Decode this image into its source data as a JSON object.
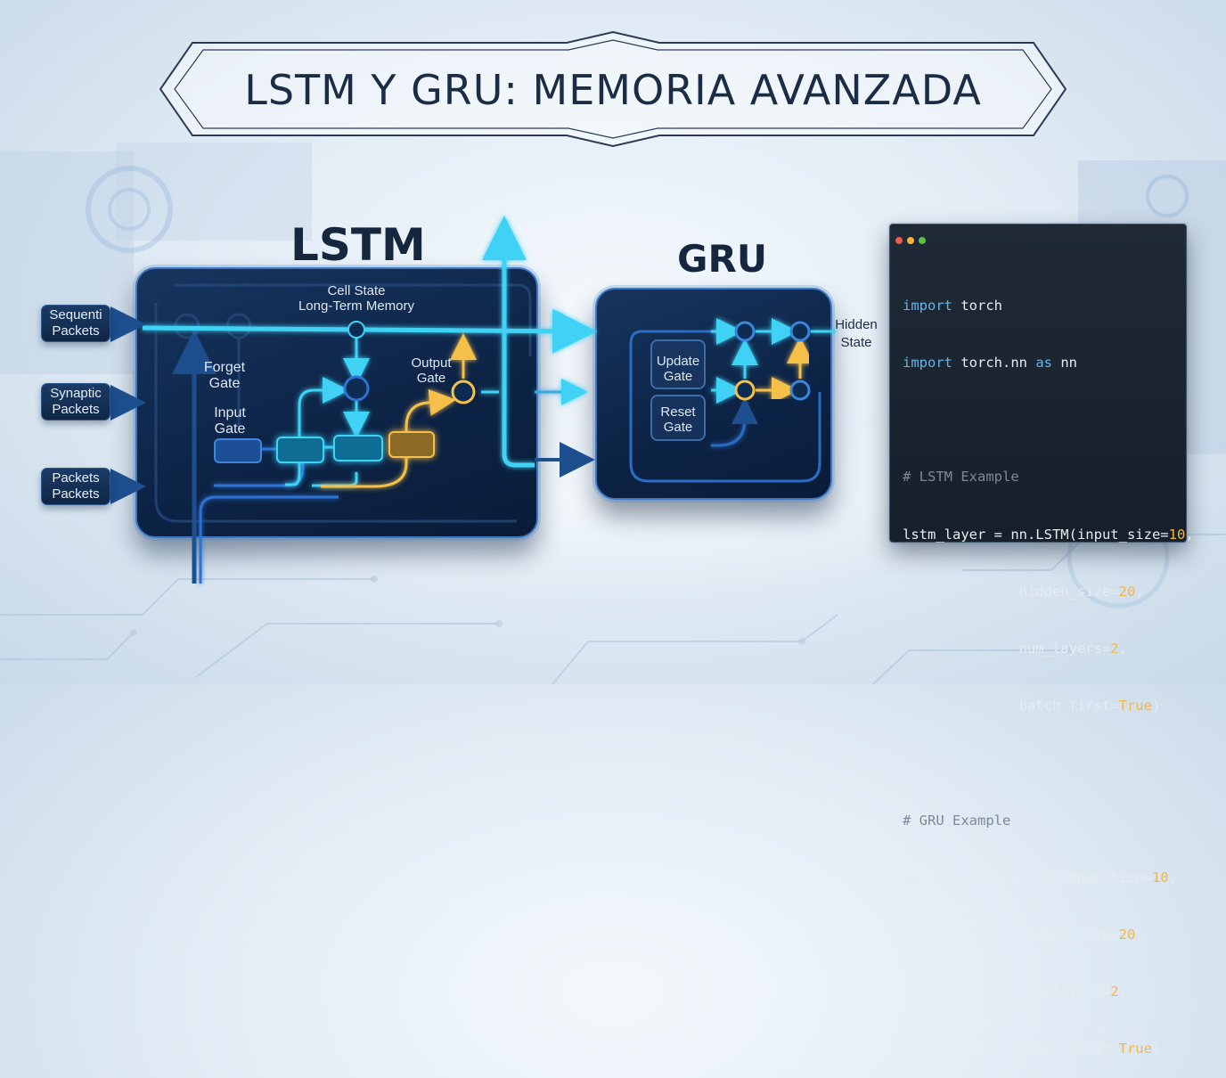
{
  "banner": {
    "title": "LSTM Y GRU: MEMORIA AVANZADA"
  },
  "lstm": {
    "title": "LSTM",
    "cell_state": "Cell State",
    "long_term_memory": "Long-Term Memory",
    "forget_gate": [
      "Forget",
      "Gate"
    ],
    "input_gate": [
      "Input",
      "Gate"
    ],
    "output_gate": [
      "Output",
      "Gate"
    ]
  },
  "gru": {
    "title": "GRU",
    "update_gate": [
      "Update",
      "Gate"
    ],
    "reset_gate": [
      "Reset",
      "Gate"
    ],
    "hidden_state": [
      "Hidden",
      "State"
    ]
  },
  "packets": [
    [
      "Sequenti",
      "Packets"
    ],
    [
      "Synaptic",
      "Packets"
    ],
    [
      "Packets",
      "Packets"
    ]
  ],
  "colors": {
    "panel_bg": "#0d2447",
    "wire_cyan": "#3fd2f5",
    "wire_blue": "#2f73d2",
    "wire_gold": "#f5c04a",
    "code_bg": "#1f2a36",
    "keyword": "#62b6f0",
    "number": "#f2b64a",
    "comment": "#7c8a97"
  },
  "code": {
    "import1": {
      "kw": "import",
      "rest": " torch"
    },
    "import2": {
      "kw": "import",
      "mid": " torch.nn ",
      "kw2": "as",
      "rest": " nn"
    },
    "lstm_comment": "# LSTM Example",
    "lstm1": {
      "pre": "lstm_layer = nn.LSTM(input_size=",
      "num": "10",
      "post": ","
    },
    "lstm2": {
      "pre": "              hidden_size=",
      "num": "20",
      "post": ","
    },
    "lstm3": {
      "pre": "              num_layers=",
      "num": "2",
      "post": ","
    },
    "lstm4": {
      "pre": "              batch_first=",
      "num": "True",
      "post": ")"
    },
    "gru_comment": "# GRU Example",
    "gru1": {
      "pre": "gru_layer = nn.GRU(input_size=",
      "num": "10",
      "post": ","
    },
    "gru2": {
      "pre": "              hidden_size=",
      "num": "20",
      "post": ","
    },
    "gru3": {
      "pre": "              num_layers=",
      "num": "2",
      "post": ","
    },
    "gru4": {
      "pre": "              batch_first=",
      "num": "True",
      "post": ")"
    }
  }
}
